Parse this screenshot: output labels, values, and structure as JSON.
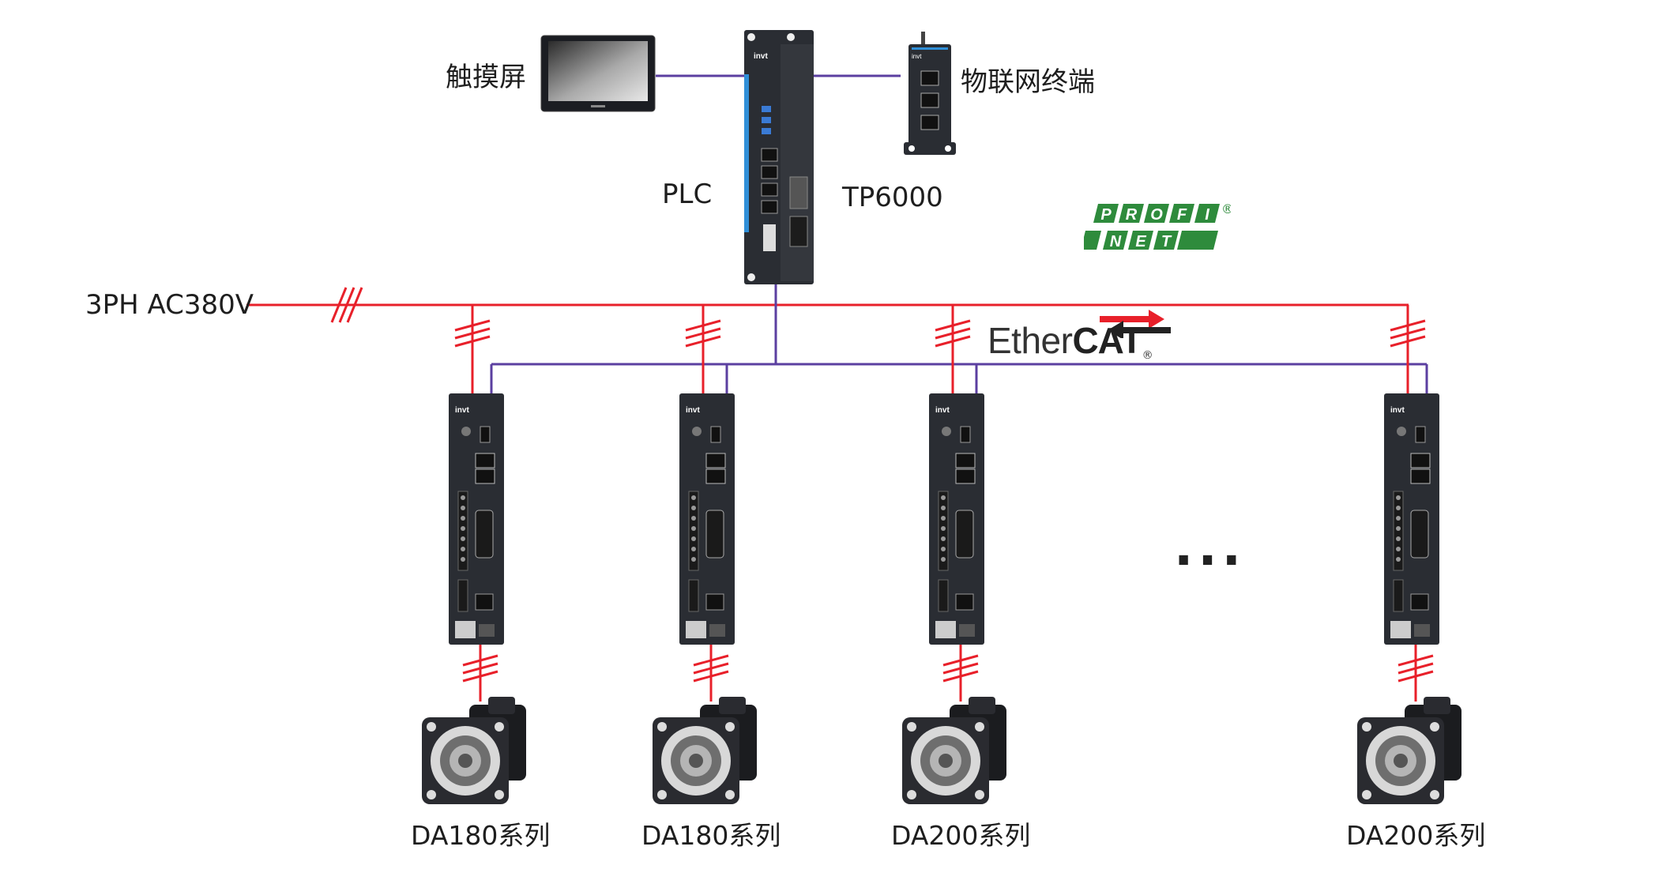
{
  "labels": {
    "touchscreen": "触摸屏",
    "iot_terminal": "物联网终端",
    "plc": "PLC",
    "tp6000": "TP6000",
    "power": "3PH AC380V",
    "ellipsis": "...",
    "invt": "invt"
  },
  "logos": {
    "ethercat_part1": "Ether",
    "ethercat_part2": "CAT",
    "ethercat_reg": "®",
    "profinet_top": [
      "P",
      "R",
      "O",
      "F",
      "I"
    ],
    "profinet_bottom": [
      "N",
      "E",
      "T"
    ],
    "profinet_reg": "®"
  },
  "drives": [
    {
      "series": "DA180系列"
    },
    {
      "series": "DA180系列"
    },
    {
      "series": "DA200系列"
    },
    {
      "series": "DA200系列"
    }
  ],
  "colors": {
    "power_line": "#e8202a",
    "network_line": "#5b3fa0",
    "device_body": "#2a2d33",
    "profinet_green": "#2e8b3c",
    "ethercat_red": "#e8202a"
  }
}
